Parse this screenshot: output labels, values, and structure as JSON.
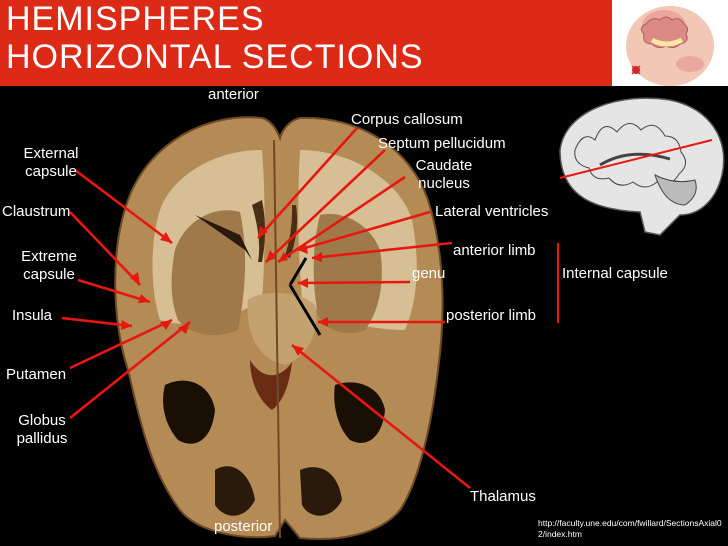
{
  "header": {
    "title_line1": "HEMISPHERES",
    "title_line2": "HORIZONTAL SECTIONS",
    "bg_color": "#dc2a17"
  },
  "labels": {
    "anterior": "anterior",
    "posterior": "posterior",
    "corpus_callosum": "Corpus callosum",
    "septum_pellucidum": "Septum pellucidum",
    "caudate_1": "Caudate",
    "caudate_2": "nucleus",
    "lateral_ventricles": "Lateral ventricles",
    "anterior_limb": "anterior limb",
    "genu": "genu",
    "internal_capsule": "Internal capsule",
    "posterior_limb": "posterior limb",
    "external_1": "External",
    "external_2": "capsule",
    "claustrum": "Claustrum",
    "extreme_1": "Extreme",
    "extreme_2": "capsule",
    "insula": "Insula",
    "putamen": "Putamen",
    "globus_1": "Globus",
    "globus_2": "pallidus",
    "thalamus": "Thalamus"
  },
  "source_url": "http://faculty.une.edu/com/fwillard/SectionsAxial02/index.htm",
  "colors": {
    "arrow": "#e8170f",
    "tissue": "#b48a55",
    "white_matter": "#d6bf95",
    "background": "#000000",
    "text": "#ffffff"
  }
}
